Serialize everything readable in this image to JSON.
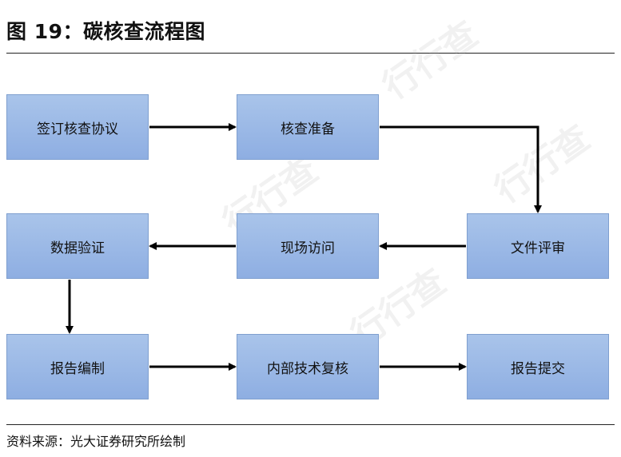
{
  "header": {
    "title": "图 19：碳核查流程图"
  },
  "diagram": {
    "nodes": {
      "sign": "签订核查协议",
      "prep": "核查准备",
      "review": "文件评审",
      "visit": "现场访问",
      "verify": "数据验证",
      "report": "报告编制",
      "internal": "内部技术复核",
      "submit": "报告提交"
    }
  },
  "footer": {
    "source": "资料来源：光大证券研究所绘制"
  },
  "watermark": {
    "text": "行行查"
  }
}
